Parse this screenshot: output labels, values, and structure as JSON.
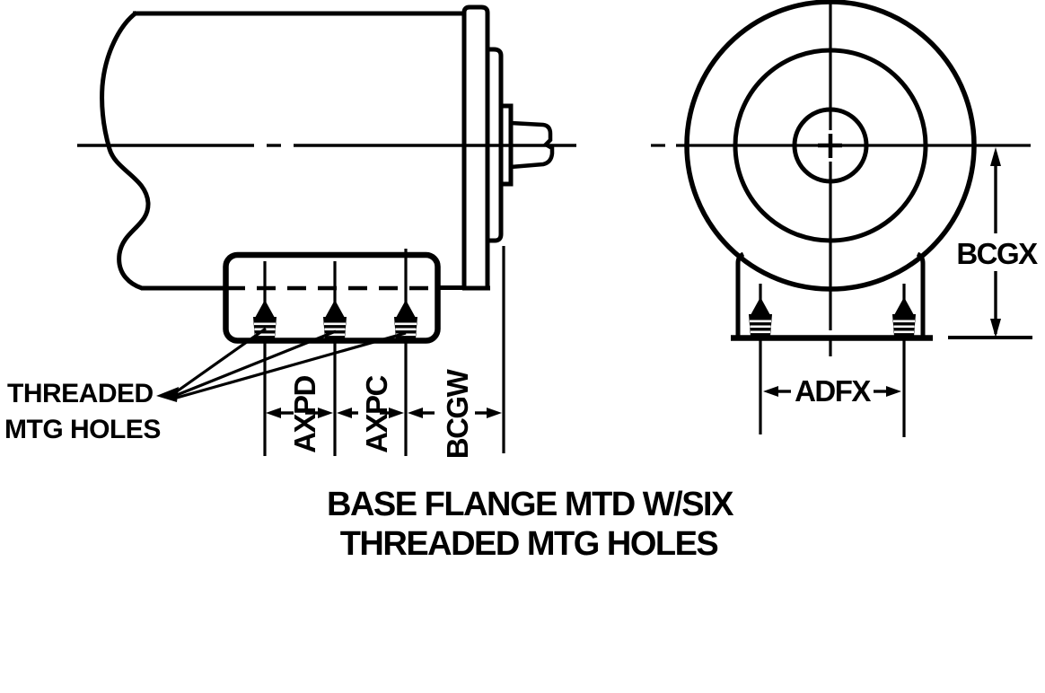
{
  "colors": {
    "ink": "#000000",
    "paper": "#ffffff"
  },
  "note": {
    "line1": "THREADED",
    "line2": "MTG HOLES"
  },
  "dimensions": {
    "axpd": "AXPD",
    "axpc": "AXPC",
    "bcgw": "BCGW",
    "adfx": "ADFX",
    "bcgx": "BCGX"
  },
  "caption": {
    "line1": "BASE FLANGE MTD W/SIX",
    "line2": "THREADED MTG HOLES"
  }
}
